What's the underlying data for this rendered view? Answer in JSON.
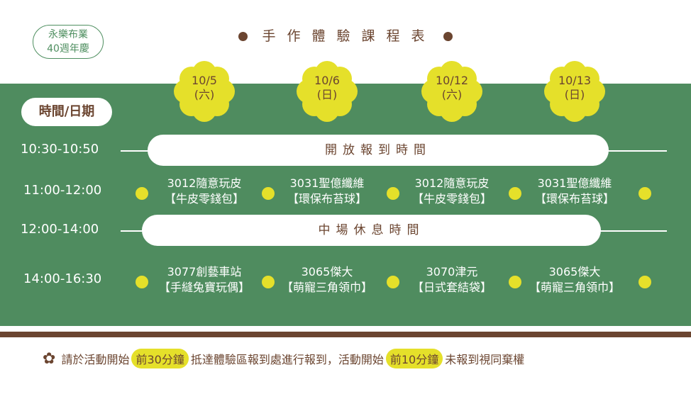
{
  "badge": {
    "line1": "永樂布業",
    "line2": "40週年慶"
  },
  "title": "手作體驗課程表",
  "header_label": "時間/日期",
  "dates": [
    {
      "date": "10/5",
      "day": "(六)"
    },
    {
      "date": "10/6",
      "day": "(日)"
    },
    {
      "date": "10/12",
      "day": "(六)"
    },
    {
      "date": "10/13",
      "day": "(日)"
    }
  ],
  "rows": [
    {
      "time": "10:30-10:50",
      "banner": "開放報到時間"
    },
    {
      "time": "11:00-12:00",
      "cells": [
        [
          "3012隨意玩皮",
          "【牛皮零錢包】"
        ],
        [
          "3031聖億纖維",
          "【環保布苔球】"
        ],
        [
          "3012隨意玩皮",
          "【牛皮零錢包】"
        ],
        [
          "3031聖億纖維",
          "【環保布苔球】"
        ]
      ]
    },
    {
      "time": "12:00-14:00",
      "banner": "中場休息時間"
    },
    {
      "time": "14:00-16:30",
      "cells": [
        [
          "3077創藝車站",
          "【手縫兔寶玩偶】"
        ],
        [
          "3065傑大",
          "【萌寵三角領巾】"
        ],
        [
          "3070津元",
          "【日式套結袋】"
        ],
        [
          "3065傑大",
          "【萌寵三角領巾】"
        ]
      ]
    }
  ],
  "footer": {
    "p1": "請於活動開始",
    "h1": "前30分鐘",
    "p2": "抵達體驗區報到處進行報到，活動開始",
    "h2": "前10分鐘",
    "p3": "未報到視同棄權"
  }
}
